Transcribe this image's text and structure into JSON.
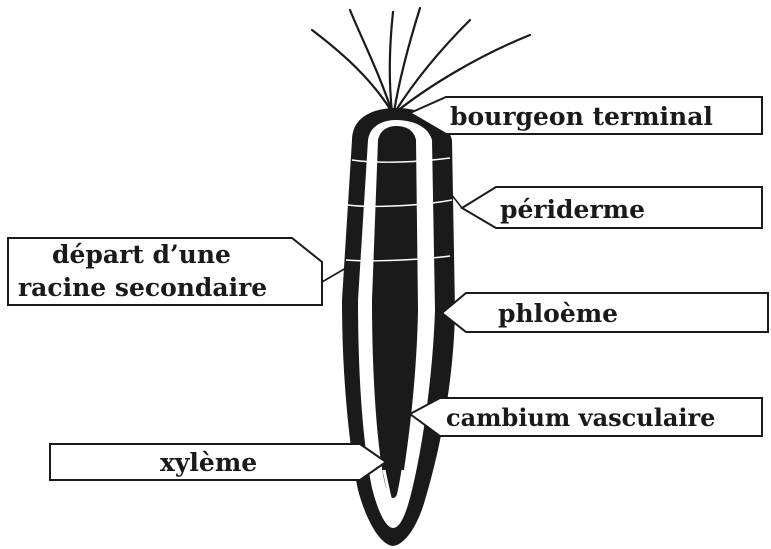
{
  "diagram": {
    "labels": {
      "terminal_bud": "bourgeon terminal",
      "periderm": "périderme",
      "lateral_root_line1": "départ d’une",
      "lateral_root_line2": "racine secondaire",
      "phloem": "phloème",
      "vascular_cambium": "cambium vasculaire",
      "xylem": "xylème"
    },
    "colors": {
      "ink": "#1a1a1a",
      "background": "#ffffff"
    }
  }
}
